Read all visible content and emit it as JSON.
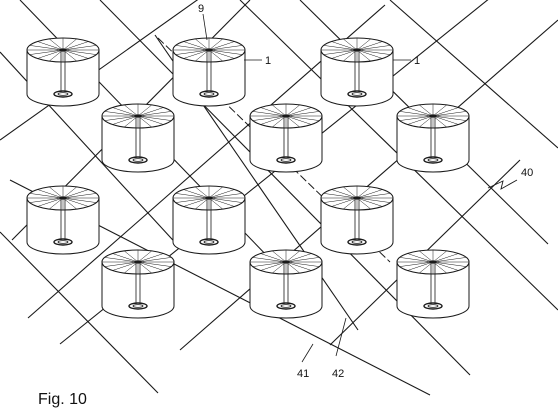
{
  "figure": {
    "caption": "Fig. 10",
    "stroke_color": "#1a1a1a"
  },
  "reference_numerals": {
    "top": "9",
    "unit_a": "1",
    "unit_b": "1",
    "assembly": "40",
    "line_a": "41",
    "line_b": "42"
  },
  "layout": {
    "unit_rows": 4,
    "units_per_row": [
      3,
      3,
      3,
      3
    ]
  }
}
